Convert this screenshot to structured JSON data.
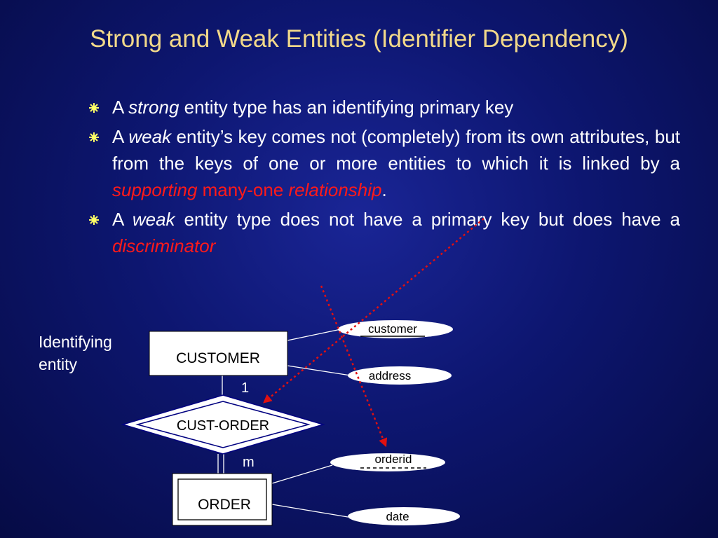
{
  "title": "Strong and Weak Entities (Identifier Dependency)",
  "bullets": [
    {
      "p1": "A ",
      "em1": "strong",
      "p2": " entity type has an identifying primary key"
    },
    {
      "p1": "A ",
      "em1": "weak",
      "p2": " entity’s key comes not (completely) from its own attributes, but from the keys of one or more entities to which it is linked by a ",
      "red1": "supporting",
      "red2": " many-one ",
      "red3": "relationship",
      "p3": "."
    },
    {
      "p1": "A ",
      "em1": "weak",
      "p2": " entity type does not have a primary key but does have a ",
      "red1": "discriminator"
    }
  ],
  "side_label": {
    "line1": "Identifying",
    "line2": "entity"
  },
  "diagram": {
    "entity_customer": "CUSTOMER",
    "entity_order": "ORDER",
    "relationship": "CUST-ORDER",
    "cardinality_one": "1",
    "cardinality_many": "m",
    "attributes": {
      "customer": "customer",
      "address": "address",
      "orderid": "orderid",
      "date": "date"
    }
  },
  "colors": {
    "title": "#f2d98a",
    "highlight": "#ff1a1a",
    "bullet": "#ffff66",
    "background": "#0d1670"
  }
}
